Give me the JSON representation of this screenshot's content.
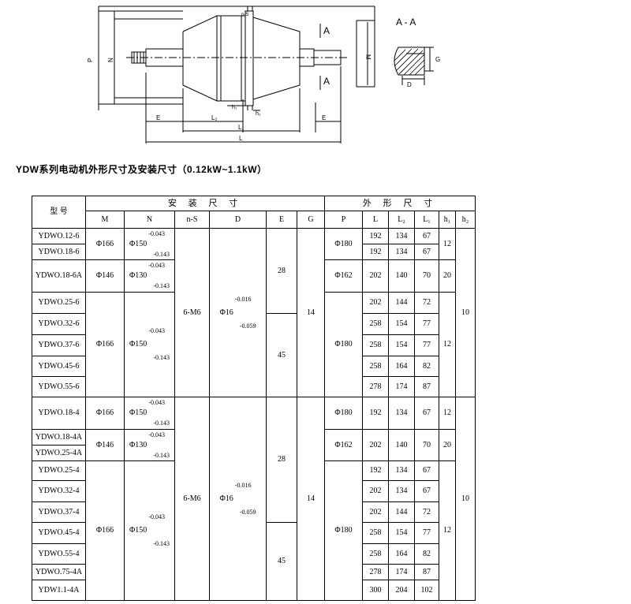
{
  "drawing": {
    "section_title": "A - A",
    "labels": {
      "A_top": "A",
      "A_bottom": "A",
      "P": "P",
      "N": "N",
      "M": "M",
      "E_left": "E",
      "E_right": "E",
      "L2": "L₂",
      "L1": "L₁",
      "L": "L",
      "G": "G",
      "D": "D",
      "h1": "h₁",
      "h2": "h₂",
      "ns": "n-S"
    }
  },
  "heading": "YDW系列电动机外形尺寸及安装尺寸（0.12kW~1.1kW）",
  "table": {
    "model_header": "型  号",
    "install_header": "安 装 尺 寸",
    "outline_header": "外 形 尺 寸",
    "cols": {
      "M": "M",
      "N": "N",
      "nS": "n-S",
      "D": "D",
      "E": "E",
      "G": "G",
      "P": "P",
      "L": "L",
      "L2": "L₂",
      "L1": "L₁",
      "h1": "h₁",
      "h2": "h₂"
    },
    "models": [
      "YDWO.12-6",
      "YDWO.18-6",
      "YDWO.18-6A",
      "YDWO.25-6",
      "YDWO.32-6",
      "YDWO.37-6",
      "YDWO.45-6",
      "YDWO.55-6",
      "YDWO.18-4",
      "YDWO.18-4A",
      "YDWO.25-4A",
      "YDWO.25-4",
      "YDWO.32-4",
      "YDWO.37-4",
      "YDWO.45-4",
      "YDWO.55-4",
      "YDWO.75-4A",
      "YDW1.1-4A"
    ],
    "L": [
      "192",
      "192",
      "202",
      "202",
      "258",
      "258",
      "258",
      "278",
      "192",
      "202",
      "202",
      "192",
      "202",
      "202",
      "258",
      "258",
      "278",
      "300"
    ],
    "L2": [
      "134",
      "134",
      "140",
      "144",
      "154",
      "154",
      "164",
      "174",
      "134",
      "140",
      "140",
      "134",
      "134",
      "144",
      "154",
      "164",
      "174",
      "204"
    ],
    "L1": [
      "67",
      "67",
      "70",
      "72",
      "77",
      "77",
      "82",
      "87",
      "67",
      "70",
      "70",
      "67",
      "67",
      "72",
      "77",
      "82",
      "87",
      "102"
    ],
    "M": {
      "a": "Φ166",
      "b": "Φ146",
      "c": "Φ166",
      "d": "Φ166",
      "e": "Φ146",
      "f": "Φ166"
    },
    "N": {
      "a": {
        "base": "Φ150",
        "upper": "-0.043",
        "lower": "-0.143"
      },
      "b": {
        "base": "Φ130",
        "upper": "-0.043",
        "lower": "-0.143"
      },
      "c": {
        "base": "Φ150",
        "upper": "-0.043",
        "lower": "-0.143"
      },
      "d": {
        "base": "Φ150",
        "upper": "-0.043",
        "lower": "-0.143"
      },
      "e": {
        "base": "Φ130",
        "upper": "-0.043",
        "lower": "-0.143"
      },
      "f": {
        "base": "Φ150",
        "upper": "-0.043",
        "lower": "-0.143"
      }
    },
    "nS": {
      "g1": "6-M6",
      "g2": "6-M6"
    },
    "D": {
      "g1": {
        "base": "Φ16",
        "upper": "-0.016",
        "lower": "-0.059"
      },
      "g2": {
        "base": "Φ16",
        "upper": "-0.016",
        "lower": "-0.059"
      }
    },
    "E": {
      "a": "28",
      "b": "45",
      "c": "28",
      "d": "45"
    },
    "G": {
      "g1": "14",
      "g2": "14"
    },
    "P": {
      "a": "Φ180",
      "b": "Φ162",
      "c": "Φ180",
      "d": "Φ180",
      "e": "Φ162",
      "f": "Φ180"
    },
    "h1": {
      "a": "12",
      "b": "20",
      "c": "12",
      "d": "12",
      "e": "20",
      "f": "12"
    },
    "h2": {
      "g1": "10",
      "g2": "10"
    }
  }
}
